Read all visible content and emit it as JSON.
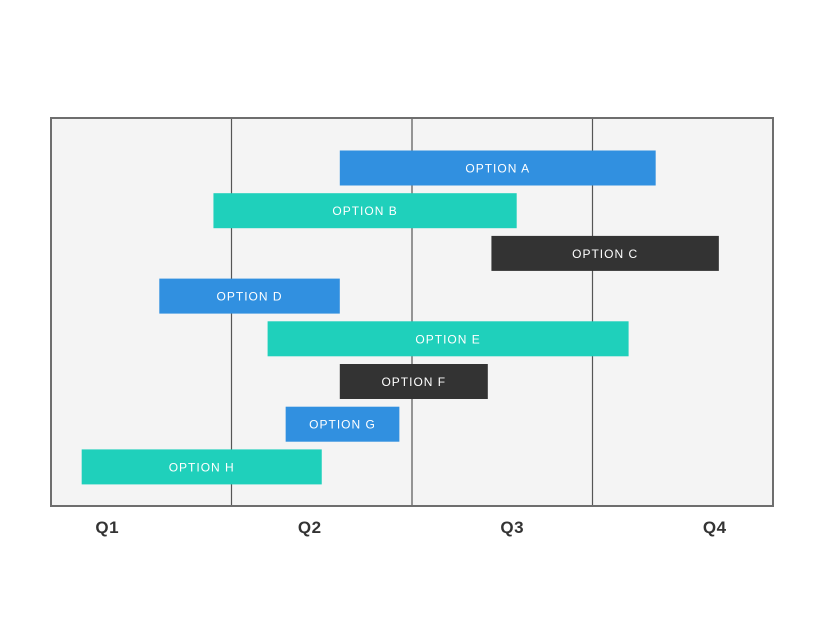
{
  "chart_data": {
    "type": "bar",
    "orientation": "horizontal-range",
    "title": "",
    "xlabel": "",
    "ylabel": "",
    "x_categories": [
      "Q1",
      "Q2",
      "Q3",
      "Q4"
    ],
    "xlim": [
      0,
      4
    ],
    "grid": true,
    "colors": {
      "blue": "#3190e0",
      "teal": "#1fd0bb",
      "dark": "#333333",
      "plot_bg": "#f4f4f4",
      "frame": "#6e6e6e"
    },
    "series": [
      {
        "label": "OPTION A",
        "start": 1.6,
        "end": 3.35,
        "color": "blue"
      },
      {
        "label": "OPTION B",
        "start": 0.9,
        "end": 2.58,
        "color": "teal"
      },
      {
        "label": "OPTION C",
        "start": 2.44,
        "end": 3.7,
        "color": "dark"
      },
      {
        "label": "OPTION D",
        "start": 0.6,
        "end": 1.6,
        "color": "blue"
      },
      {
        "label": "OPTION E",
        "start": 1.2,
        "end": 3.2,
        "color": "teal"
      },
      {
        "label": "OPTION F",
        "start": 1.6,
        "end": 2.42,
        "color": "dark"
      },
      {
        "label": "OPTION G",
        "start": 1.3,
        "end": 1.93,
        "color": "blue"
      },
      {
        "label": "OPTION H",
        "start": 0.17,
        "end": 1.5,
        "color": "teal"
      }
    ]
  }
}
